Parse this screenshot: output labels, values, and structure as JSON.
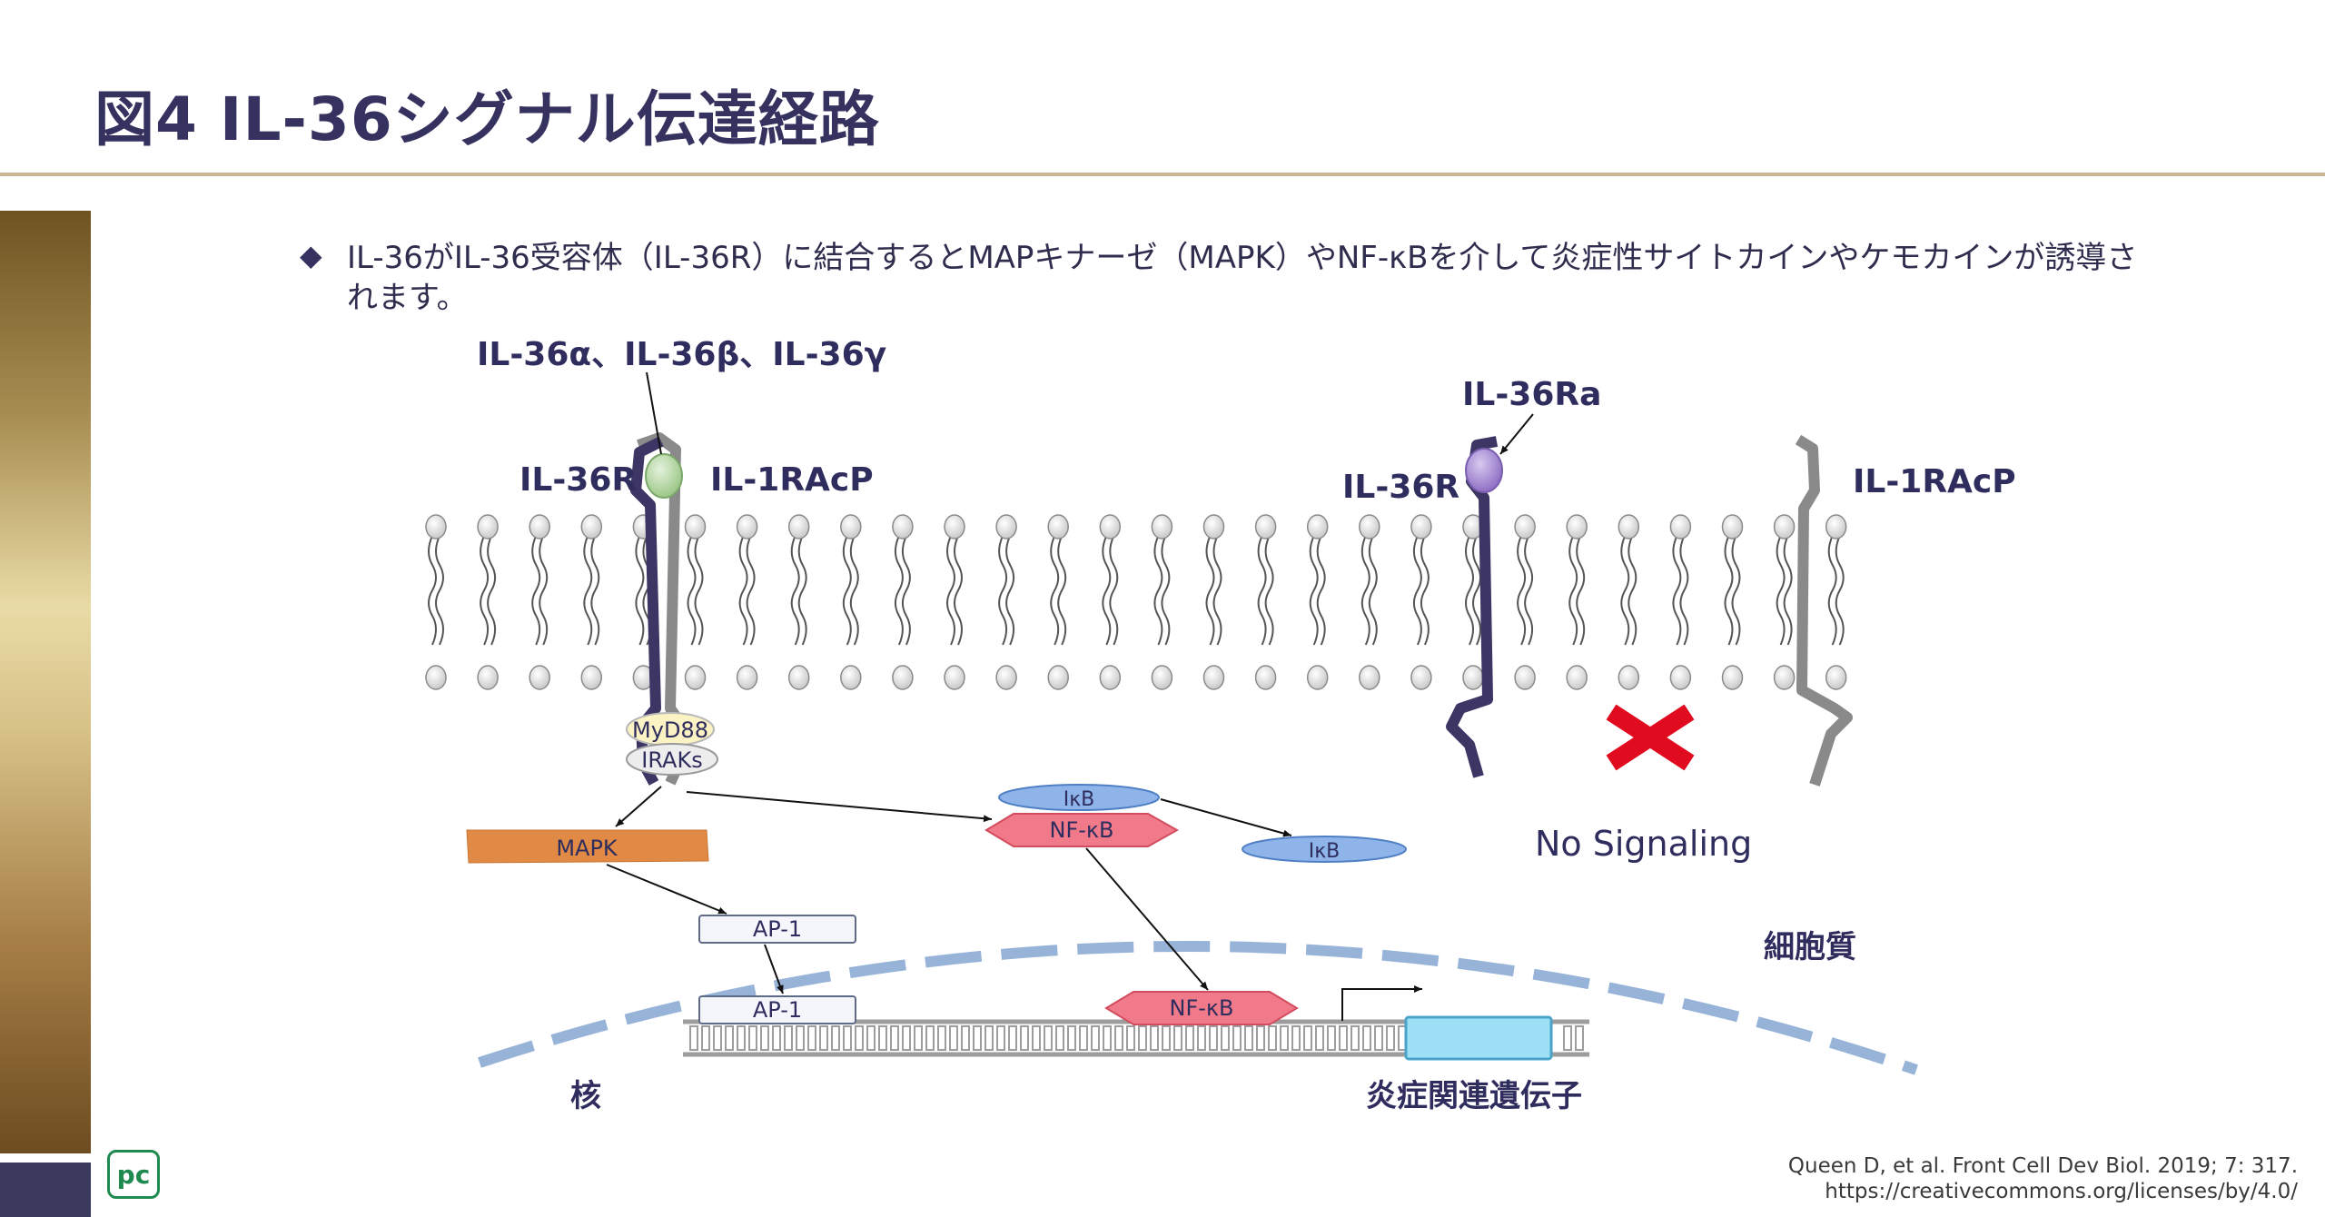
{
  "title": "図4 IL-36シグナル伝達経路",
  "bullet": {
    "marker": "◆",
    "text": "IL-36がIL-36受容体（IL-36R）に結合するとMAPキナーゼ（MAPK）やNF-κBを介して炎症性サイトカインやケモカインが誘導されます。"
  },
  "diagram": {
    "ligands_label": "IL-36α、IL-36β、IL-36γ",
    "il36r_left": "IL-36R",
    "il1racp_left": "IL-1RAcP",
    "antagonist_label": "IL-36Ra",
    "il36r_right": "IL-36R",
    "il1racp_right": "IL-1RAcP",
    "myd88": "MyD88",
    "iraks": "IRAKs",
    "mapk": "MAPK",
    "ikb_top": "IκB",
    "nfkb_cyto": "NF-κB",
    "ikb_free": "IκB",
    "ap1_cyto": "AP-1",
    "ap1_nuc": "AP-1",
    "nfkb_nuc": "NF-κB",
    "no_signaling": "No Signaling",
    "cytoplasm": "細胞質",
    "nucleus": "核",
    "genes": "炎症関連遺伝子"
  },
  "colors": {
    "receptor_dark": "#3d3564",
    "receptor_gray": "#8a8a8a",
    "ligand_green": "#b6d7a8",
    "antagonist_purple": "#a98fd0",
    "mapk_orange": "#e08a45",
    "nfkb_red": "#f07a8a",
    "ikb_blue": "#8eb4ea",
    "gene_cyan": "#9ee0f5",
    "cross_red": "#e00b1e",
    "membrane_dash": "#97b3d8"
  },
  "citation": {
    "line1": "Queen D, et al. Front Cell Dev Biol. 2019; 7: 317.",
    "line2": "https://creativecommons.org/licenses/by/4.0/"
  },
  "logo_text": "pc"
}
